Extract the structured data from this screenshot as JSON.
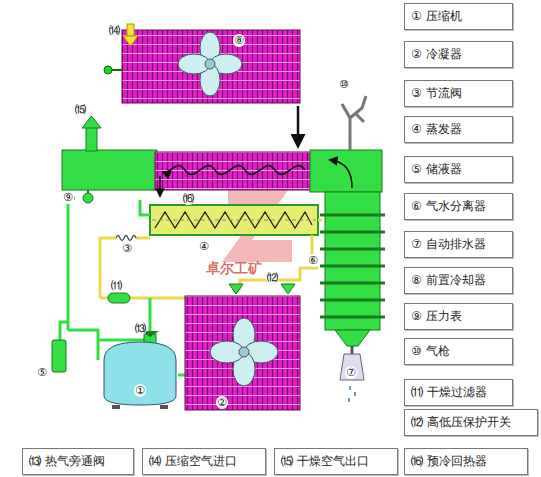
{
  "diagram": {
    "nodes": [
      {
        "text": [
          "① 压缩机"
        ]
      },
      {
        "text": [
          "② 冷凝器"
        ]
      },
      {
        "text": [
          "③ 节流阀"
        ]
      },
      {
        "text": [
          "④ 蒸发器"
        ]
      },
      {
        "text": [
          "⑤ 储液器"
        ]
      },
      {
        "text": [
          "⑥ 气水分离器"
        ]
      },
      {
        "text": [
          "⑦ 自动排水器"
        ]
      },
      {
        "text": [
          "⑧ 前置冷却器"
        ]
      },
      {
        "text": [
          "⑨ 压力表"
        ]
      },
      {
        "text": [
          "⑩ 气枪"
        ]
      },
      {
        "text": [
          "⑾ 干燥过滤器"
        ]
      },
      {
        "text": [
          "⑿ 高低压保护开关"
        ]
      },
      {
        "text": [
          "⒀ 热气旁通阀"
        ]
      },
      {
        "text": [
          "⒁ 压缩空气进口"
        ]
      },
      {
        "text": [
          "⒂ 干燥空气出口"
        ]
      },
      {
        "text": [
          "⒃ 预冷回热器"
        ]
      }
    ],
    "labels": [
      "⒁",
      "⑧",
      "⑩",
      "⒂",
      "⑨",
      "⒃",
      "③",
      "④",
      "⑥",
      "⑾",
      "⑿",
      "⒀",
      "⑤",
      "①",
      "②",
      "⑦",
      "卓尔工矿"
    ]
  }
}
